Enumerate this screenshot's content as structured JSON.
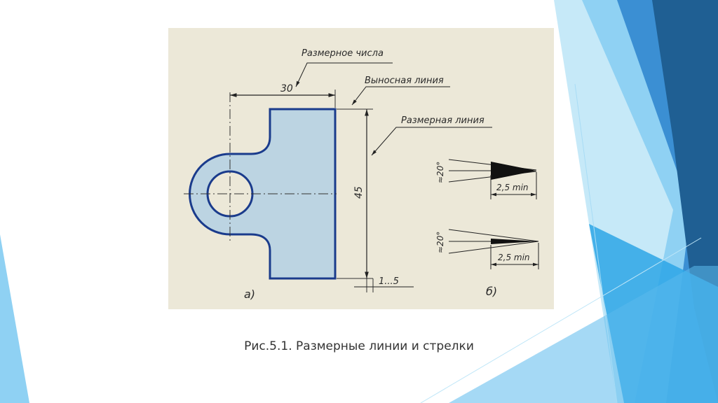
{
  "slide": {
    "caption": "Рис.5.1. Размерные линии и стрелки",
    "colors": {
      "background": "#ffffff",
      "accent_dark": "#1f5f93",
      "accent_mid": "#3b8fd3",
      "accent_light": "#8fd1f3",
      "paper": "#ece8d8",
      "part_fill": "#bcd4e2",
      "part_outline": "#1a3b8c"
    }
  },
  "figure": {
    "labels": {
      "dimension_number": "Размерное числа",
      "extension_line": "Выносная линия",
      "dimension_line": "Размерная линия"
    },
    "dimensions": {
      "width": "30",
      "height": "45",
      "offset": "1...5",
      "angle_top": "≈20°",
      "length_top": "2,5 min",
      "angle_bottom": "≈20°",
      "length_bottom": "2,5 min"
    },
    "panels": {
      "a": "а)",
      "b": "б)"
    }
  }
}
